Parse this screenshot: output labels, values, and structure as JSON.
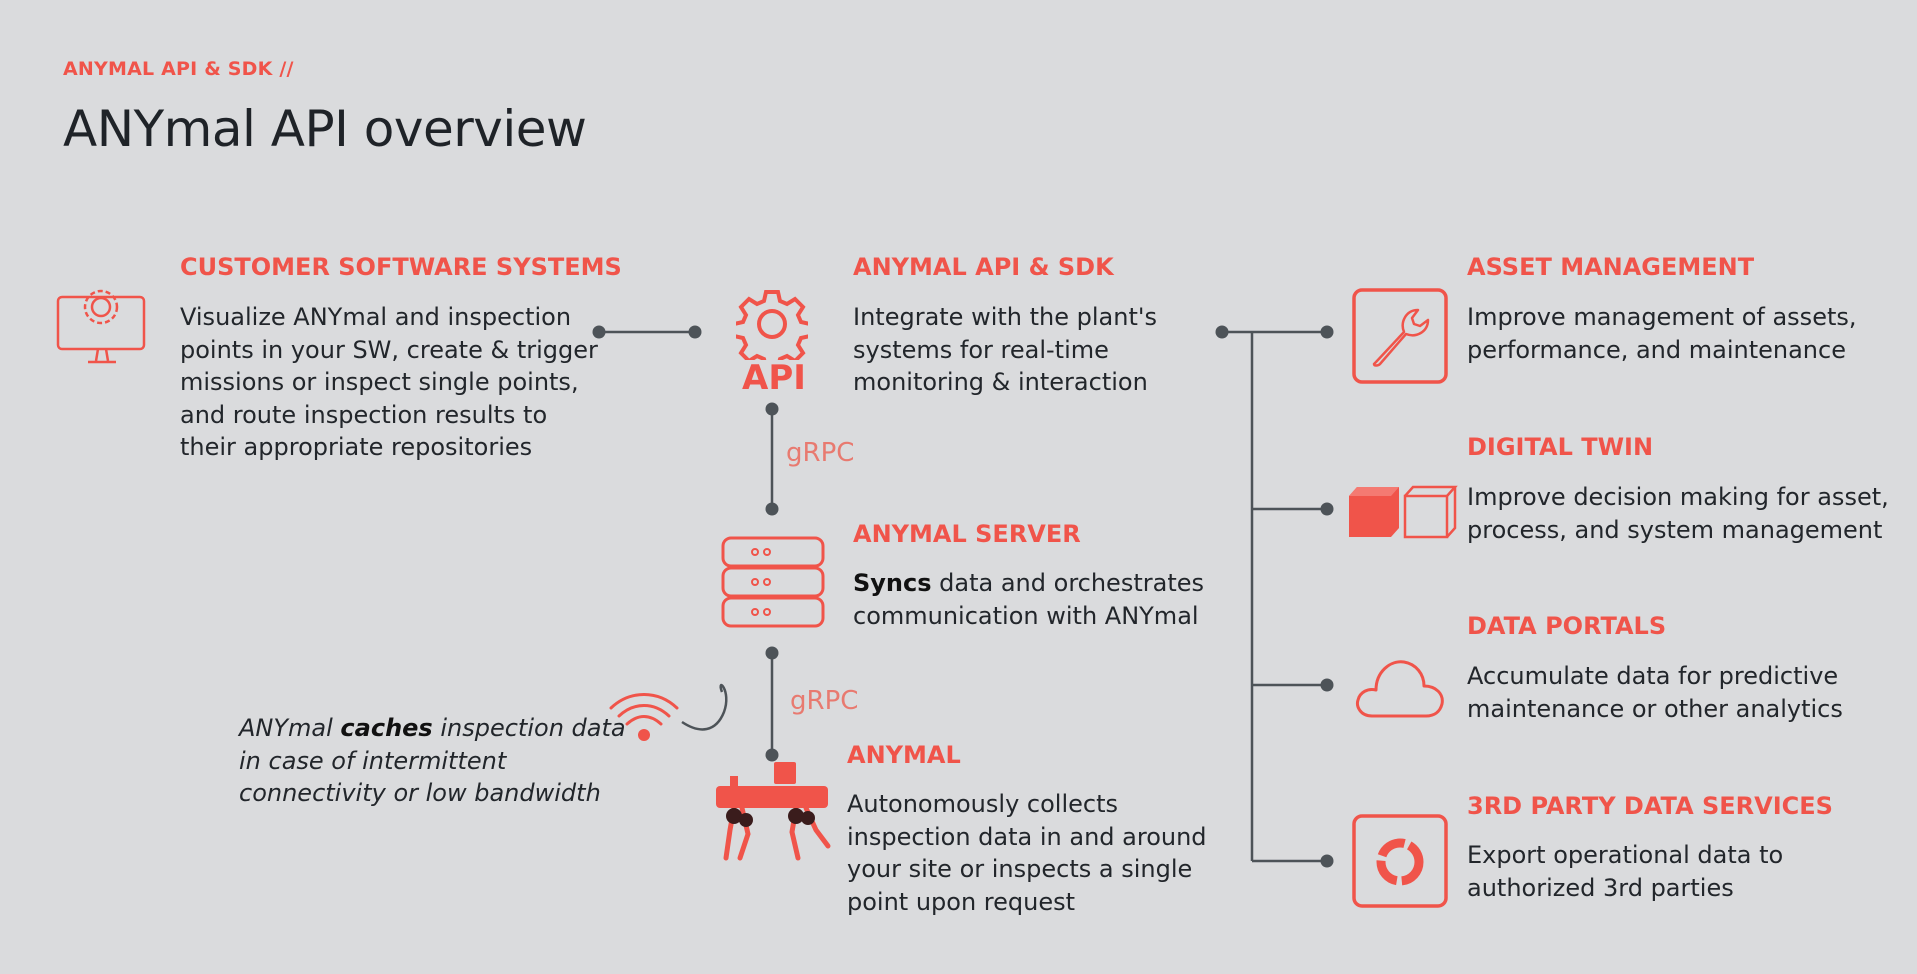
{
  "header": {
    "eyebrow": "ANYMAL API & SDK //",
    "title": "ANYmal API overview"
  },
  "customer": {
    "title": "CUSTOMER SOFTWARE SYSTEMS",
    "lines": [
      "Visualize ANYmal and inspection",
      "points in your SW, create & trigger",
      "missions or inspect single points,",
      "and route inspection results to",
      "their appropriate repositories"
    ],
    "icon": "monitor-gear-icon"
  },
  "api": {
    "icon_label": "API",
    "title": "ANYMAL API & SDK",
    "lines": [
      "Integrate with the plant's",
      "systems for real-time",
      "monitoring & interaction"
    ],
    "icon": "gear-icon"
  },
  "grpc_upper": "gRPC",
  "grpc_lower": "gRPC",
  "server": {
    "title": "ANYMAL SERVER",
    "line1_bold": "Syncs",
    "line1_rest": " data and orchestrates",
    "line2": "communication with ANYmal",
    "icon": "server-stack-icon"
  },
  "anymal": {
    "title": "ANYMAL",
    "lines": [
      "Autonomously collects",
      "inspection data in and around",
      "your site or inspects a single",
      "point upon request"
    ],
    "icon": "robot-dog-icon"
  },
  "cache_note": {
    "line1_pre": "ANYmal ",
    "line1_bold": "caches",
    "line1_post": " inspection data",
    "line2": "in case of intermittent",
    "line3": "connectivity or low bandwidth",
    "icon": "wifi-icon"
  },
  "outputs": [
    {
      "title": "ASSET MANAGEMENT",
      "lines": [
        "Improve management of assets,",
        "performance, and maintenance"
      ],
      "icon": "wrench-icon"
    },
    {
      "title": "DIGITAL TWIN",
      "lines": [
        "Improve decision making for asset,",
        "process, and system management"
      ],
      "icon": "twin-cubes-icon"
    },
    {
      "title": "DATA PORTALS",
      "lines": [
        "Accumulate data for predictive",
        "maintenance or other analytics"
      ],
      "icon": "cloud-icon"
    },
    {
      "title": "3RD PARTY DATA SERVICES",
      "lines": [
        "Export operational data to",
        "authorized 3rd parties"
      ],
      "icon": "share-circle-icon"
    }
  ],
  "colors": {
    "accent": "#f0544a",
    "line": "#4d5358",
    "background": "#dadbdd",
    "text": "#22262b"
  }
}
